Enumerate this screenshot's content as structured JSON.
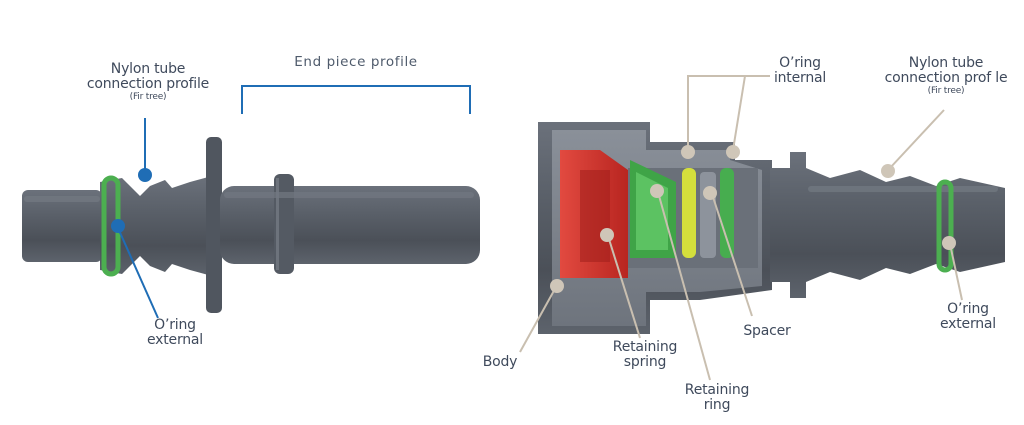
{
  "left_part": {
    "labels": {
      "nylon_tube": {
        "line1": "Nylon tube",
        "line2": "connection profile",
        "note": "(Fir tree)"
      },
      "end_piece_profile": "End piece profile",
      "oring_external": {
        "line1": "O’ring",
        "line2": "external"
      }
    }
  },
  "right_part": {
    "labels": {
      "oring_internal": {
        "line1": "O’ring",
        "line2": "internal"
      },
      "nylon_tube": {
        "line1": "Nylon tube",
        "line2": "connection prof le",
        "note": "(Fir tree)"
      },
      "body": "Body",
      "retaining_spring": {
        "line1": "Retaining",
        "line2": "spring"
      },
      "retaining_ring": {
        "line1": "Retaining",
        "line2": "ring"
      },
      "spacer": "Spacer",
      "oring_external": {
        "line1": "O’ring",
        "line2": "external"
      }
    }
  },
  "colors": {
    "part_body": "#555b65",
    "part_cutaway": "#7d838c",
    "oring_green": "#4caf50",
    "retaining_ring_red": "#d9322e",
    "spacer_yellow": "#d4df3c",
    "callout_blue": "#1f6db5",
    "callout_tan": "#c9bfb0"
  }
}
